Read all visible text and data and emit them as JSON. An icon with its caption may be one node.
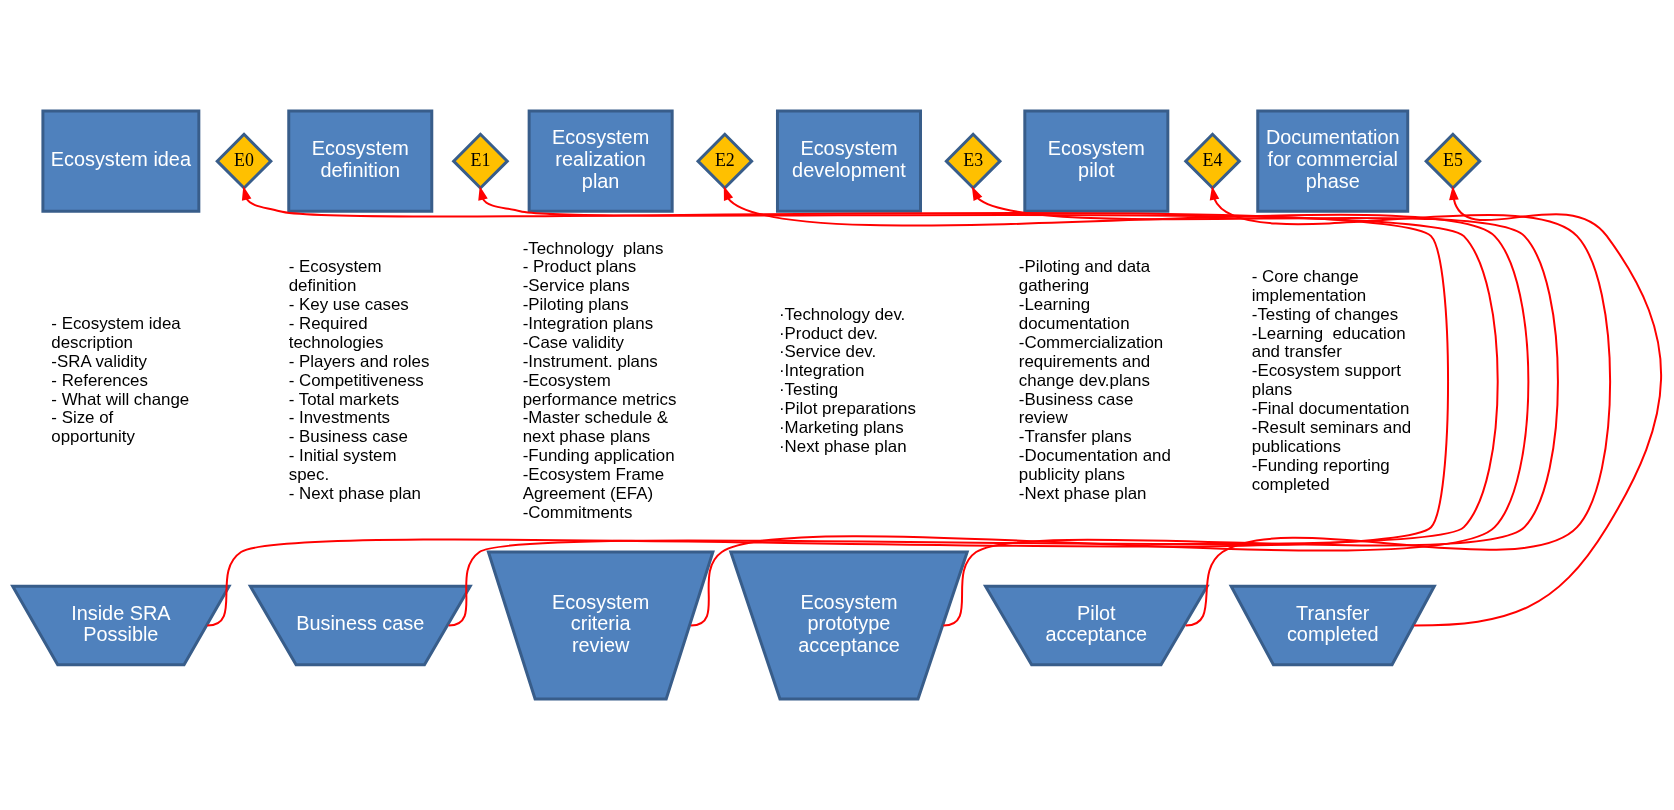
{
  "diagram": {
    "nodes": [
      {
        "text": [
          "Ecosystem idea"
        ],
        "beside": [
          "- Ecosystem idea description",
          "-SRA validity",
          "- References",
          "- What will change",
          "- Size of opportunity"
        ]
      },
      {
        "text": [
          "E0"
        ]
      },
      {
        "text": [
          "Ecosystem definition"
        ],
        "beside": [
          "- Ecosystem definition",
          "- Key use cases",
          "- Required technologies",
          "- Players and roles",
          "- Competitiveness",
          "- Total markets",
          "- Investments",
          "- Business case",
          "- Initial system spec.",
          "- Next phase plan"
        ]
      },
      {
        "text": [
          "E1"
        ]
      },
      {
        "text": [
          "Ecosystem realization plan"
        ],
        "beside": [
          "-Technology  plans",
          "- Product plans",
          "-Service plans",
          "-Piloting plans",
          "-Integration plans",
          "-Case validity",
          "-Instrument. plans",
          "-Ecosystem performance metrics",
          "-Master schedule & next phase plans",
          "-Funding application",
          "-Ecosystem Frame Agreement (EFA)",
          "-Commitments"
        ]
      },
      {
        "text": [
          "E2"
        ]
      },
      {
        "text": [
          "Ecosystem development"
        ],
        "beside": [
          "·Technology dev.",
          "·Product dev.",
          "·Service dev.",
          "·Integration",
          "·Testing",
          "·Pilot preparations",
          "·Marketing plans",
          "·Next phase plan"
        ]
      },
      {
        "text": [
          "E3"
        ]
      },
      {
        "text": [
          "Ecosystem pilot"
        ],
        "beside": [
          "-Piloting and data gathering",
          "-Learning documentation",
          "-Commercialization requirements and change dev.plans",
          "-Business case review",
          "-Transfer plans",
          "-Documentation and publicity plans",
          "-Next phase plan"
        ]
      },
      {
        "text": [
          "E4"
        ]
      },
      {
        "text": [
          "Documentation for commercial phase"
        ],
        "beside": [
          "- Core change implementation",
          "-Testing of changes",
          "-Learning  education and transfer",
          "-Ecosystem support plans",
          "-Final documentation",
          "-Result seminars and publications",
          "-Funding reporting completed"
        ]
      },
      {
        "text": [
          "E5"
        ]
      },
      {
        "text": [
          "Inside SRA Possible"
        ]
      },
      {
        "text": [
          "Business case"
        ]
      },
      {
        "text": [
          "Ecosystem criteria review"
        ]
      },
      {
        "text": [
          "Ecosystem prototype acceptance"
        ]
      },
      {
        "text": [
          "Pilot acceptance"
        ]
      },
      {
        "text": [
          "Transfer completed"
        ]
      }
    ],
    "edges": [
      {
        "from": 12,
        "to": 1,
        "arrow": "to",
        "color": "#ff0000"
      },
      {
        "from": 13,
        "to": 3,
        "arrow": "to",
        "color": "#ff0000"
      },
      {
        "from": 14,
        "to": 5,
        "arrow": "to",
        "color": "#ff0000"
      },
      {
        "from": 15,
        "to": 7,
        "arrow": "to",
        "color": "#ff0000"
      },
      {
        "from": 16,
        "to": 9,
        "arrow": "to",
        "color": "#ff0000"
      },
      {
        "from": 17,
        "to": 11,
        "arrow": "to",
        "color": "#ff0000"
      }
    ]
  }
}
